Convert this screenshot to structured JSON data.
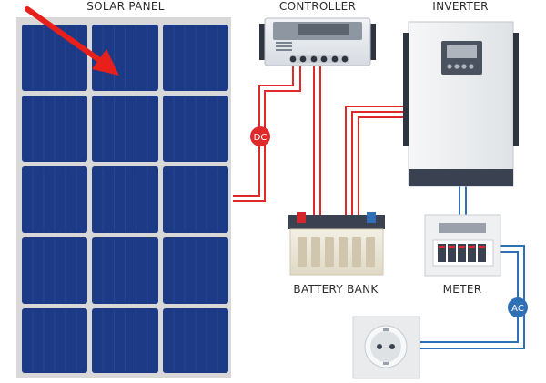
{
  "labels": {
    "solar_panel": "SOLAR PANEL",
    "controller": "CONTROLLER",
    "inverter": "INVERTER",
    "battery_bank": "BATTERY BANK",
    "meter": "METER"
  },
  "badges": {
    "dc": "DC",
    "ac": "AC"
  },
  "colors": {
    "panel_cell": "#1d3a86",
    "panel_frame": "#d9d9d9",
    "dc_wire": "#e0292b",
    "ac_wire": "#2f6fb6",
    "arrow": "#e8201c",
    "dc_badge": "#e0292b",
    "ac_badge": "#2f6fb6"
  }
}
